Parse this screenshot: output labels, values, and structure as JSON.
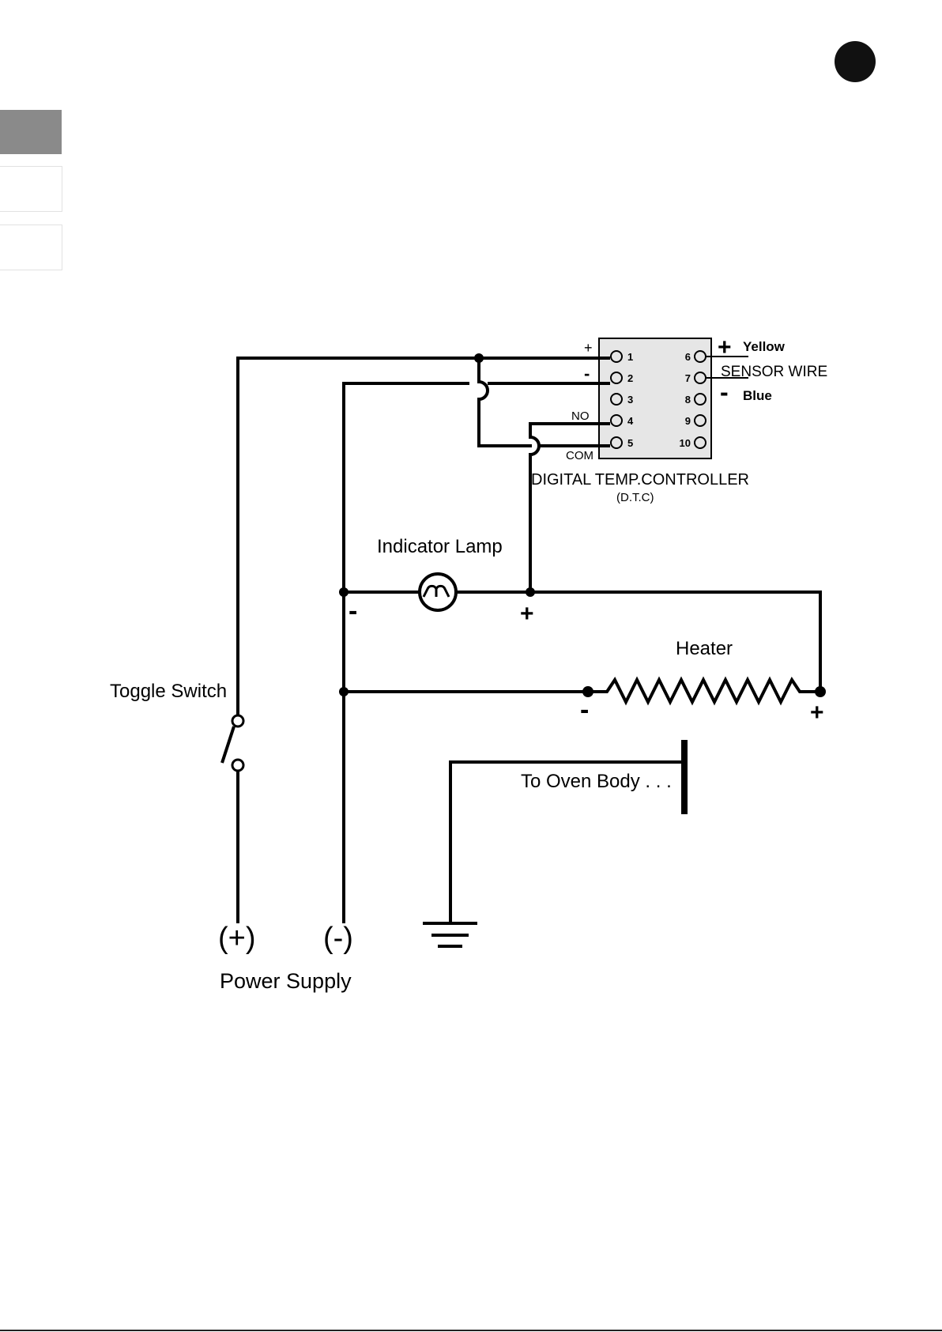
{
  "controller": {
    "title": "DIGITAL TEMP.CONTROLLER",
    "subtitle": "(D.T.C)",
    "left_terminals": [
      "1",
      "2",
      "3",
      "4",
      "5"
    ],
    "right_terminals": [
      "6",
      "7",
      "8",
      "9",
      "10"
    ],
    "pin1_sign": "+",
    "pin2_sign": "-",
    "no_label": "NO",
    "com_label": "COM",
    "body_color": "#e6e6e6"
  },
  "sensor": {
    "plus_sign": "+",
    "plus_color_label": "Yellow",
    "label": "SENSOR WIRE",
    "minus_sign": "-",
    "minus_color_label": "Blue"
  },
  "lamp": {
    "label": "Indicator Lamp",
    "minus_sign": "-",
    "plus_sign": "+"
  },
  "heater": {
    "label": "Heater",
    "minus_sign": "-",
    "plus_sign": "+"
  },
  "toggle": {
    "label": "Toggle Switch"
  },
  "oven": {
    "label": "To Oven Body . . ."
  },
  "power": {
    "plus": "(+)",
    "minus": "(-)",
    "label": "Power Supply"
  }
}
